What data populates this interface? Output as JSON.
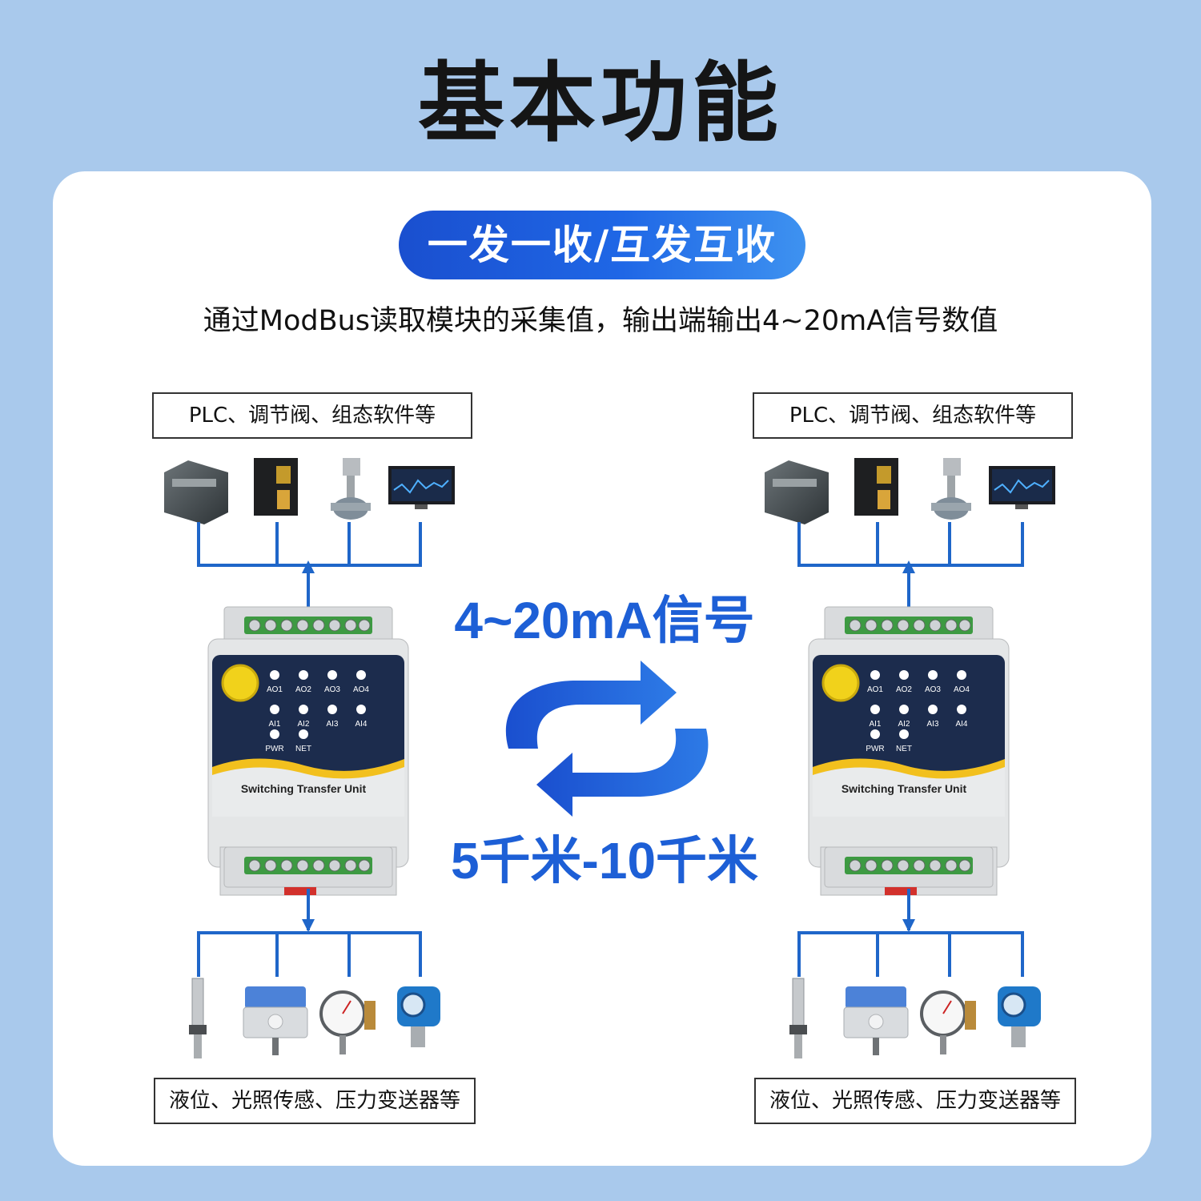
{
  "title": "基本功能",
  "pill": "一发一收/互发互收",
  "subtitle": "通过ModBus读取模块的采集值，输出端输出4~20mA信号数值",
  "top_label": "PLC、调节阀、组态软件等",
  "bottom_label": "液位、光照传感、压力变送器等",
  "signal": "4~20mA信号",
  "distance": "5千米-10千米",
  "device": {
    "name": "Switching Transfer Unit",
    "leds": [
      "AO1",
      "AO2",
      "AO3",
      "AO4",
      "AI1",
      "AI2",
      "AI3",
      "AI4",
      "PWR",
      "NET"
    ]
  },
  "colors": {
    "line": "#1f66c9",
    "accent": "#1d5fd6",
    "background": "#a9c9ec"
  }
}
